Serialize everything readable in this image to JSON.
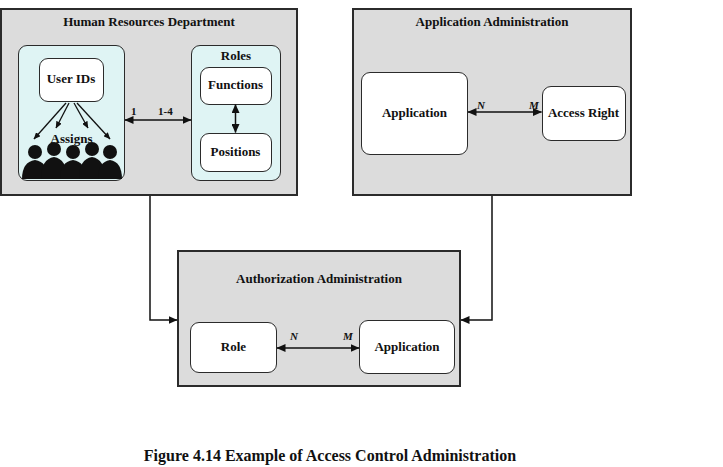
{
  "diagram": {
    "caption": "Figure 4.14 Example of Access Control Administration",
    "nodes": [
      {
        "text": [
          "Human Resources Department"
        ]
      },
      {
        "text": [
          "Assigns"
        ],
        "in": 0
      },
      {
        "text": [
          "User IDs"
        ],
        "in": 1
      },
      {
        "text": [
          "Roles"
        ],
        "in": 0
      },
      {
        "text": [
          "Functions"
        ],
        "in": 3
      },
      {
        "text": [
          "Positions"
        ],
        "in": 3
      },
      {
        "text": [
          "Application Administration"
        ]
      },
      {
        "text": [
          "Application"
        ],
        "in": 6
      },
      {
        "text": [
          "Access Right"
        ],
        "in": 6
      },
      {
        "text": [
          "Authorization Administration"
        ]
      },
      {
        "text": [
          "Role"
        ],
        "in": 9
      },
      {
        "text": [
          "Application"
        ],
        "in": 9
      }
    ],
    "edges": [
      {
        "from": 1,
        "to": 3,
        "arrow": "both"
      },
      {
        "from": 4,
        "to": 5,
        "arrow": "both"
      },
      {
        "from": 7,
        "to": 8,
        "arrow": "both"
      },
      {
        "from": 10,
        "to": 11,
        "arrow": "both"
      },
      {
        "from": 0,
        "to": 9,
        "arrow": "to"
      },
      {
        "from": 6,
        "to": 9,
        "arrow": "to"
      }
    ],
    "labels": [
      "1",
      "1-4",
      "N",
      "M",
      "N",
      "M"
    ]
  }
}
